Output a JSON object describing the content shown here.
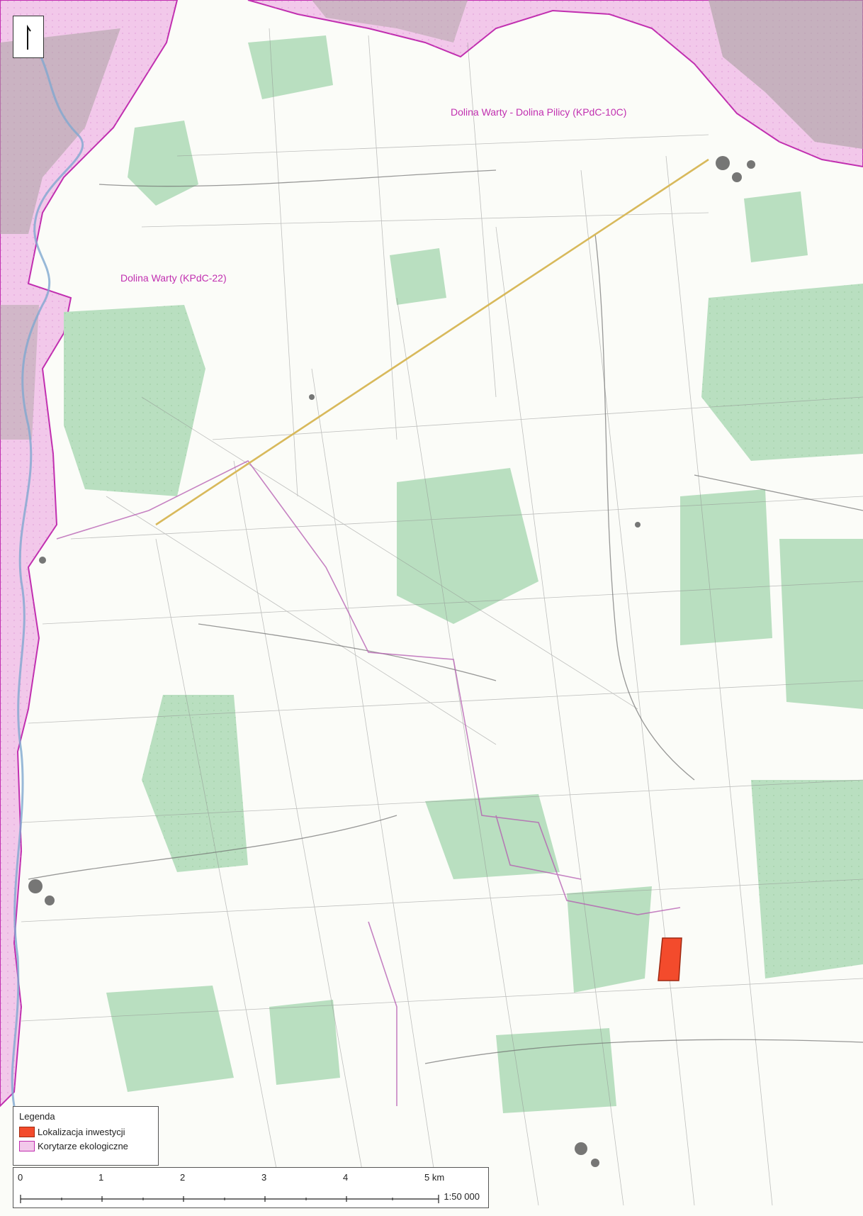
{
  "map": {
    "corridor_labels": [
      "Dolina Warty - Dolina Pilicy (KPdC-10C)",
      "Dolina Warty (KPdC-22)"
    ]
  },
  "legend": {
    "title": "Legenda",
    "items": [
      {
        "label": "Lokalizacja inwestycji",
        "color": "#f34b2c"
      },
      {
        "label": "Korytarze ekologiczne",
        "color": "#f2c8ea"
      }
    ]
  },
  "scale_bar": {
    "ticks": [
      "0",
      "1",
      "2",
      "3",
      "4",
      "5 km"
    ],
    "ratio": "1:50 000"
  },
  "icons": {
    "north_arrow": "north-arrow-icon"
  },
  "colors": {
    "corridor_fill": "#f2c8ea",
    "corridor_outline": "#c12fb0",
    "investment": "#f34b2c",
    "forest": "#b9dfc0",
    "road": "#d8b95b"
  }
}
